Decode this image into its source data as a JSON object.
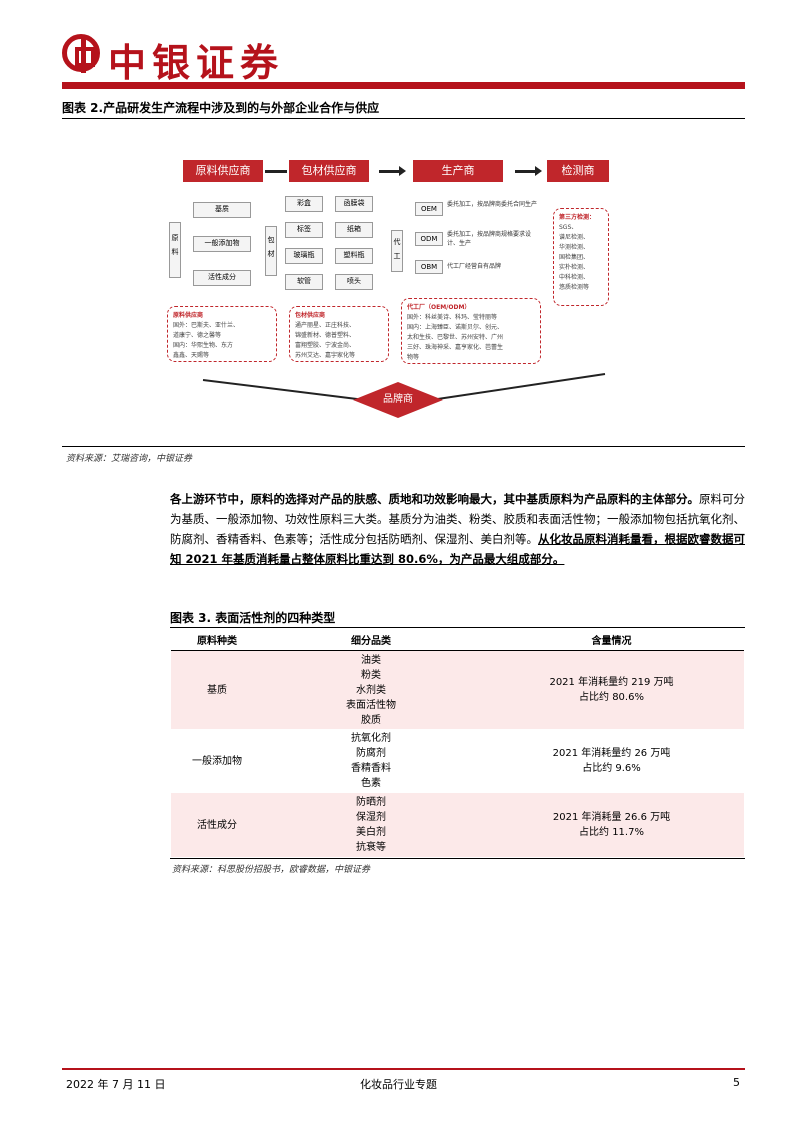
{
  "header": {
    "brand": "中银证券"
  },
  "figure2": {
    "title": "图表 2.产品研发生产流程中涉及到的与外部企业合作与供应",
    "heads": [
      "原料供应商",
      "包材供应商",
      "生产商",
      "检测商"
    ],
    "raw": {
      "side": "原料",
      "items": [
        "基质",
        "一般添加物",
        "活性成分"
      ]
    },
    "pack": {
      "side": "包材",
      "items": [
        "彩盒",
        "函膜袋",
        "标签",
        "纸箱",
        "玻璃瓶",
        "塑料瓶",
        "软管",
        "喷头"
      ]
    },
    "prod": {
      "side": "代工",
      "items": [
        "OEM",
        "ODM",
        "OBM"
      ],
      "desc": [
        "委托加工，按品牌商委托合同生产",
        "委托加工，按品牌商规格要求设计、生产",
        "代工厂经营自有品牌"
      ]
    },
    "test": {
      "title": "第三方检测：",
      "items": [
        "SGS、",
        "谱尼检测、",
        "华测检测、",
        "国检集团、",
        "实朴检测、",
        "中科检测、",
        "悠质检测等"
      ]
    },
    "raw_box": {
      "title": "原料供应商",
      "l1": "国外：巴斯夫、亚什兰、",
      "l2": "道康宁、德之馨等",
      "l3": "国内：华熙生物、东方",
      "l4": "鑫鑫、天赐等"
    },
    "pack_box": {
      "title": "包材供应商",
      "l1": "通产丽星、正庄科技、",
      "l2": "锦盛新材、德普塑料、",
      "l3": "富翔塑胶、宁波金尚、",
      "l4": "苏州艾达、嘉宇家化等"
    },
    "prod_box": {
      "title": "代工厂（OEM/ODM）",
      "l1": "国外：科丝美诗、科玛、莹特丽等",
      "l2": "国内：上海臻臣、诺斯贝尔、创元、",
      "l3": "太和生技、巴黎世、苏州安特、广州",
      "l4": "三好、珠海神采、嘉亨家化、芭蕾生",
      "l5": "物等"
    },
    "brand": "品牌商",
    "source": "资料来源：艾瑞咨询，中银证券"
  },
  "paragraph": {
    "p1": "各上游环节中，原料的选择对产品的肤感、质地和功效影响最大，其中基质原料为产品原料的主体部分。",
    "p2": "原料可分为基质、一般添加物、功效性原料三大类。基质分为油类、粉类、胶质和表面活性物；一般添加物包括抗氧化剂、防腐剂、香精香料、色素等；活性成分包括防晒剂、保湿剂、美白剂等。",
    "p3": "从化妆品原料消耗量看，根据欧睿数据可知 2021 年基质消耗量占整体原料比重达到 80.6%，为产品最大组成部分。"
  },
  "figure3": {
    "title": "图表 3. 表面活性剂的四种类型",
    "headers": [
      "原料种类",
      "细分品类",
      "含量情况"
    ],
    "rows": [
      {
        "type": "基质",
        "subs": [
          "油类",
          "粉类",
          "水剂类",
          "表面活性物",
          "胶质"
        ],
        "c1": "2021 年消耗量约 219 万吨",
        "c2": "占比约 80.6%"
      },
      {
        "type": "一般添加物",
        "subs": [
          "抗氧化剂",
          "防腐剂",
          "香精香料",
          "色素"
        ],
        "c1": "2021 年消耗量约 26 万吨",
        "c2": "占比约 9.6%"
      },
      {
        "type": "活性成分",
        "subs": [
          "防晒剂",
          "保湿剂",
          "美白剂",
          "抗衰等"
        ],
        "c1": "2021 年消耗量 26.6 万吨",
        "c2": "占比约 11.7%"
      }
    ],
    "source": "资料来源：科思股份招股书，欧睿数据，中银证券"
  },
  "footer": {
    "date": "2022 年 7 月 11 日",
    "title": "化妆品行业专题",
    "page": "5"
  }
}
